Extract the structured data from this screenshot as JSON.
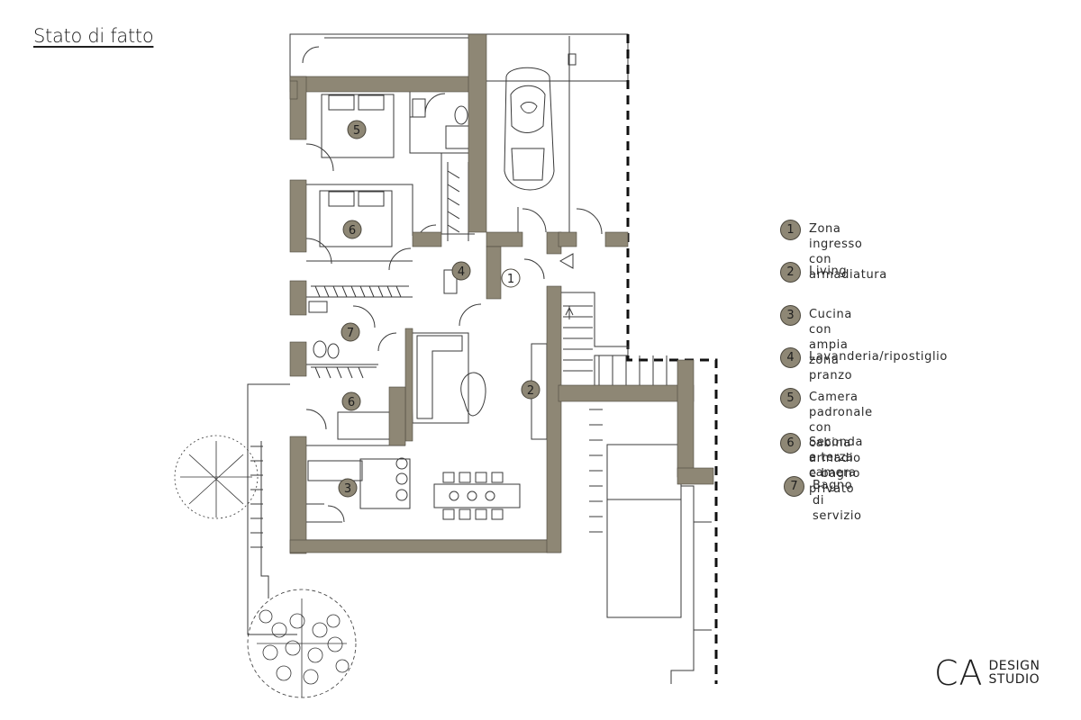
{
  "title": "Stato di fatto",
  "colors": {
    "wall": "#8e8775",
    "line": "#3a3a3a",
    "badge": "#8e8775"
  },
  "room_markers": [
    "1",
    "2",
    "3",
    "4",
    "5",
    "6",
    "6",
    "7"
  ],
  "legend": [
    {
      "num": "1",
      "text": "Zona ingresso con armadiatura"
    },
    {
      "num": "2",
      "text": "Living"
    },
    {
      "num": "3",
      "text": "Cucina con ampia zona pranzo"
    },
    {
      "num": "4",
      "text": "Lavanderia/ripostiglio"
    },
    {
      "num": "5",
      "text": "Camera padronale con cabina\narmadio e bagno privato"
    },
    {
      "num": "6",
      "text": "Seconda e terza camera"
    },
    {
      "num": "7",
      "text": "Bagno di servizio"
    }
  ],
  "logo": {
    "mark": "CA",
    "line1": "DESIGN",
    "line2": "STUDIO"
  },
  "icons": [
    "car-icon",
    "tree-icon",
    "bed-icon",
    "sofa-icon",
    "dining-table-icon"
  ]
}
